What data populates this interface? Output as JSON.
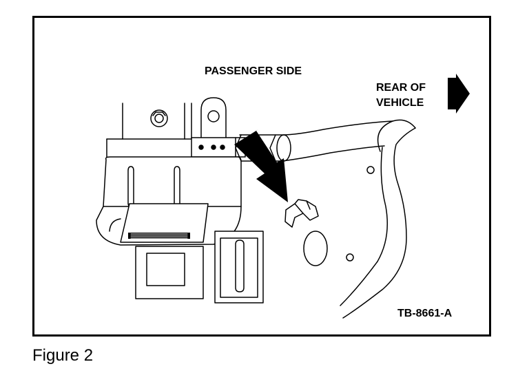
{
  "labels": {
    "side": "PASSENGER SIDE",
    "direction_line1": "REAR OF",
    "direction_line2": "VEHICLE",
    "figure_code": "TB-8661-A"
  },
  "caption": "Figure 2",
  "colors": {
    "ink": "#000000",
    "paper": "#ffffff"
  }
}
